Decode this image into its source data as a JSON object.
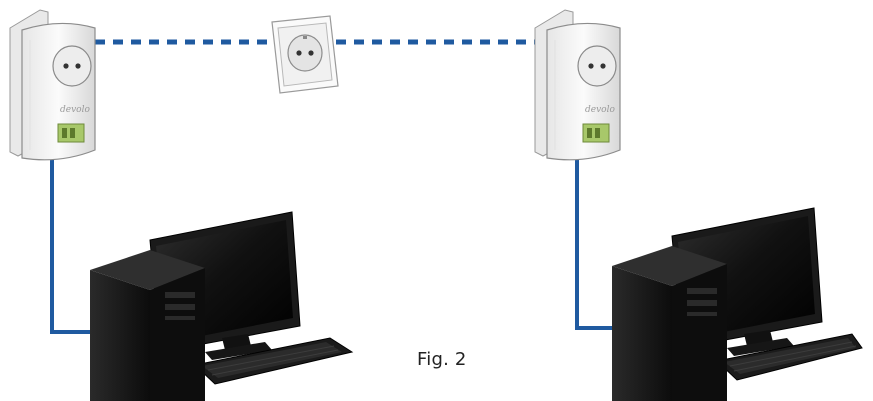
{
  "figure": {
    "caption": "Fig. 2",
    "brand_mark": "devolo"
  },
  "colors": {
    "powerline_link": "#1f5aa0",
    "lan_cable": "#1f5aa0",
    "adapter_body": "#f3f3f3",
    "computer_body": "#151515",
    "screen": "#0a0a0a",
    "led_display": "#a8c86a"
  },
  "devices": [
    {
      "id": "adapter-left",
      "type": "powerline-adapter"
    },
    {
      "id": "wall-socket-middle",
      "type": "wall-socket"
    },
    {
      "id": "adapter-right",
      "type": "powerline-adapter"
    },
    {
      "id": "computer-left",
      "type": "desktop-computer"
    },
    {
      "id": "computer-right",
      "type": "desktop-computer"
    }
  ],
  "connections": [
    {
      "from": "adapter-left",
      "to": "wall-socket-middle",
      "style": "dashed",
      "kind": "powerline"
    },
    {
      "from": "wall-socket-middle",
      "to": "adapter-right",
      "style": "dashed",
      "kind": "powerline"
    },
    {
      "from": "adapter-left",
      "to": "computer-left",
      "style": "solid",
      "kind": "lan"
    },
    {
      "from": "adapter-right",
      "to": "computer-right",
      "style": "solid",
      "kind": "lan"
    }
  ]
}
